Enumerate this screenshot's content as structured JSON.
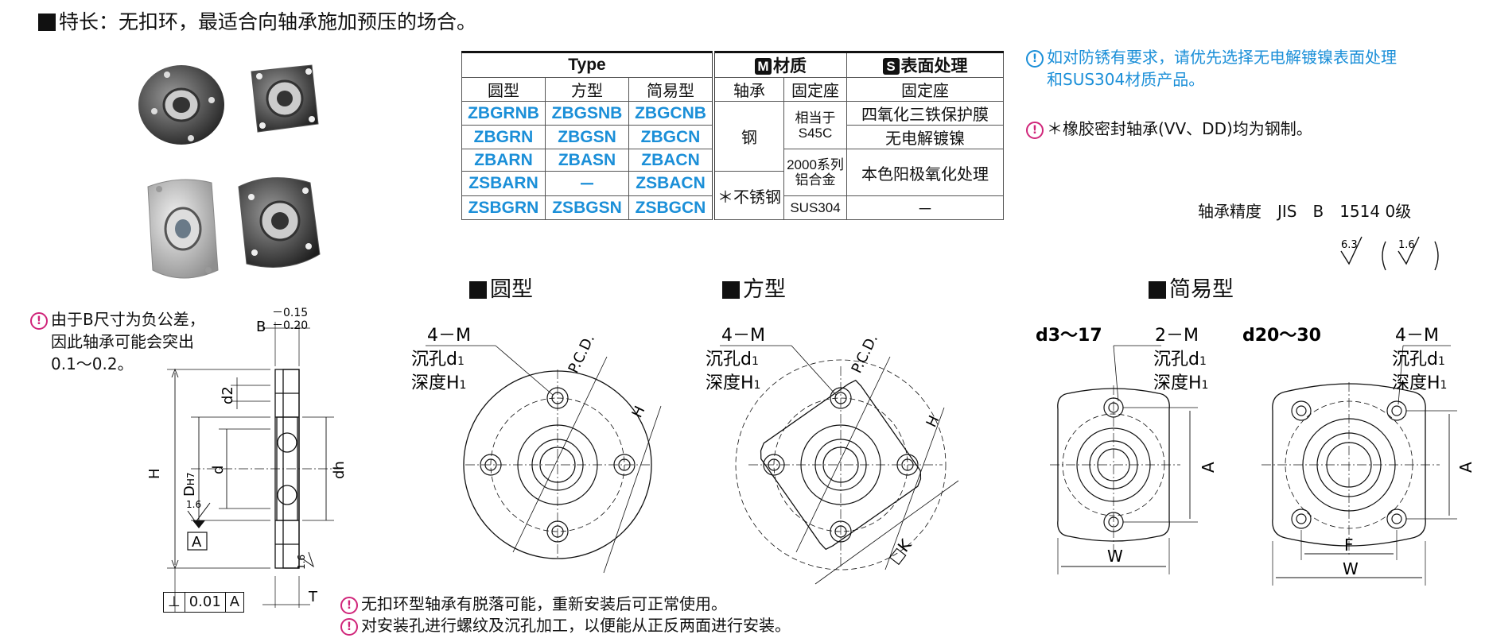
{
  "headline": "特长：无扣环，最适合向轴承施加预压的场合。",
  "table": {
    "type_header": "Type",
    "material_badge": "M",
    "material_header": "材质",
    "surface_badge": "S",
    "surface_header": "表面处理",
    "sub_round": "圆型",
    "sub_square": "方型",
    "sub_simple": "简易型",
    "sub_bearing": "轴承",
    "sub_seat": "固定座",
    "sub_seat2": "固定座",
    "rows": [
      {
        "round": "ZBGRNB",
        "square": "ZBGSNB",
        "simple": "ZBGCNB"
      },
      {
        "round": "ZBGRN",
        "square": "ZBGSN",
        "simple": "ZBGCN"
      },
      {
        "round": "ZBARN",
        "square": "ZBASN",
        "simple": "ZBACN"
      },
      {
        "round": "ZSBARN",
        "square": "－",
        "simple": "ZSBACN"
      },
      {
        "round": "ZSBGRN",
        "square": "ZSBGSN",
        "simple": "ZSBGCN"
      }
    ],
    "bearing_steel": "钢",
    "bearing_stainless": "＊不锈钢",
    "seat_s45c_1": "相当于",
    "seat_s45c_2": "S45C",
    "seat_al_1": "2000系列",
    "seat_al_2": "铝合金",
    "seat_sus": "SUS304",
    "surf_1": "四氧化三铁保护膜",
    "surf_2": "无电解镀镍",
    "surf_3": "本色阳极氧化处理",
    "surf_4": "－"
  },
  "notes": {
    "rust_1": "如对防锈有要求，请优先选择无电解镀镍表面处理",
    "rust_2": "和SUS304材质产品。",
    "rubber": "＊橡胶密封轴承(VV、DD)均为钢制。",
    "precision": "轴承精度　JIS　B　1514 0级",
    "b_tol_1": "由于B尺寸为负公差，",
    "b_tol_2": "因此轴承可能会突出",
    "b_tol_3": "0.1～0.2。",
    "retain": "无扣环型轴承有脱落可能，重新安装后可正常使用。",
    "thread": "对安装孔进行螺纹及沉孔加工，以便能从正反两面进行安装。"
  },
  "roughness": {
    "r1": "6.3",
    "r2": "1.6",
    "side": "1.6",
    "left": "1.6"
  },
  "sections": {
    "round": "圆型",
    "square": "方型",
    "simple": "简易型"
  },
  "labels": {
    "four_m": "4－M",
    "two_m": "2－M",
    "cb_prefix": "沉孔d",
    "depth_prefix": "深度H",
    "sub1": "1",
    "pcd": "P.C.D.",
    "h": "H",
    "k": "□K",
    "a": "A",
    "w": "W",
    "f": "F",
    "d3_17": "d3～17",
    "d20_30": "d20～30",
    "b": "B",
    "b_tol_upper": "－0.15",
    "b_tol_lower": "－0.20",
    "H": "H",
    "D": "D",
    "d": "d",
    "d2": "d2",
    "dh": "dh",
    "T": "T",
    "datum": "A",
    "perp": "⊥",
    "perp_val": "0.01",
    "perp_ref": "A",
    "h7": "H7"
  },
  "colors": {
    "accent": "#1b8fd8",
    "note_icon": "#d0257a"
  }
}
